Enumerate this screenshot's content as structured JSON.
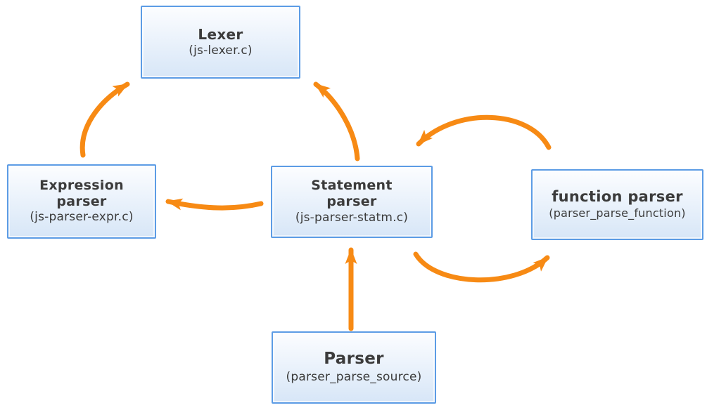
{
  "diagram": {
    "background": "#ffffff",
    "colors": {
      "background": "#ffffff",
      "box_border": "#5c9ce5",
      "box_fill_top": "#fcfdff",
      "box_fill_bottom": "#d7e6f7",
      "arrow": "#f78a14",
      "text": "#3b3b3b"
    },
    "nodes": [
      {
        "id": "lexer",
        "title": "Lexer",
        "subtitle": "(js-lexer.c)"
      },
      {
        "id": "expression-parser",
        "title": "Expression parser",
        "subtitle": "(js-parser-expr.c)"
      },
      {
        "id": "statement-parser",
        "title": "Statement parser",
        "subtitle": "(js-parser-statm.c)"
      },
      {
        "id": "function-parser",
        "title": "function parser",
        "subtitle": "(parser_parse_function)"
      },
      {
        "id": "parser",
        "title": "Parser",
        "subtitle": "(parser_parse_source)"
      }
    ],
    "edges": [
      {
        "from": "expression-parser",
        "to": "lexer"
      },
      {
        "from": "statement-parser",
        "to": "lexer"
      },
      {
        "from": "statement-parser",
        "to": "expression-parser"
      },
      {
        "from": "function-parser",
        "to": "statement-parser"
      },
      {
        "from": "statement-parser",
        "to": "function-parser"
      },
      {
        "from": "parser",
        "to": "statement-parser"
      }
    ]
  }
}
